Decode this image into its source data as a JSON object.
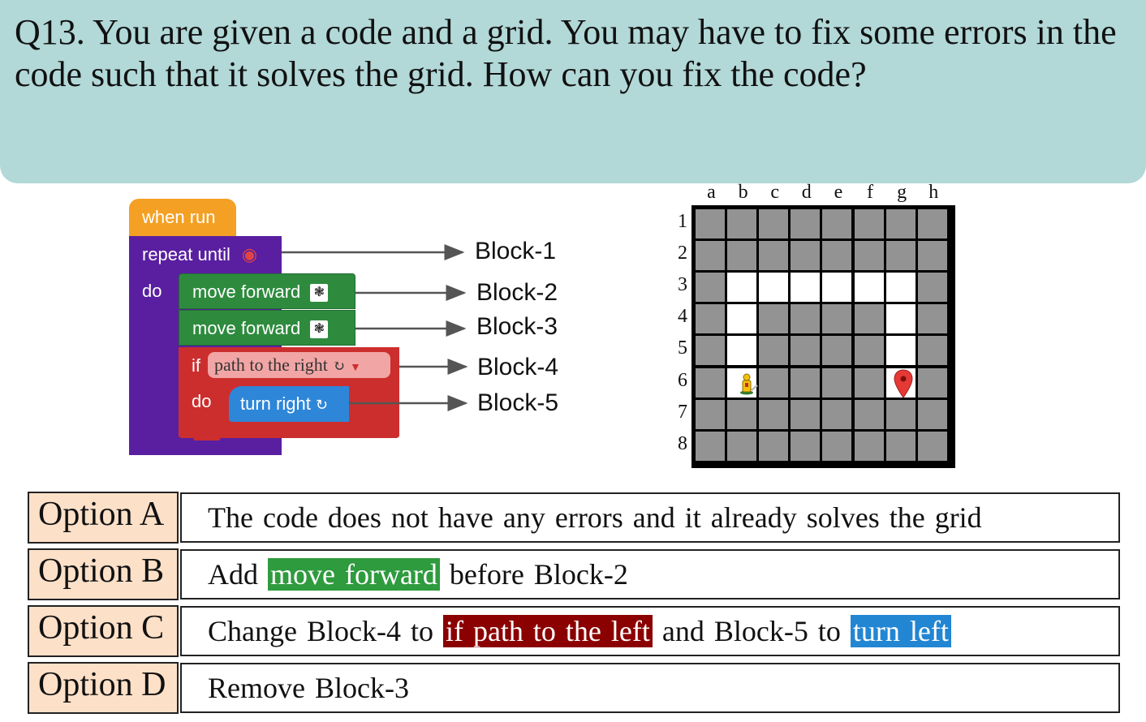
{
  "question": {
    "text": "Q13. You are given a code and a grid. You may have to fix some errors in the code such that it solves the grid. How can you fix the code?"
  },
  "code": {
    "when_run": "when run",
    "repeat_until": "repeat until",
    "do_outer": "do",
    "move_forward_1": "move forward",
    "move_forward_2": "move forward",
    "if_label": "if",
    "condition": "path to the right",
    "do_inner": "do",
    "turn_right": "turn right",
    "colors": {
      "event": "#f4a024",
      "loop": "#5a1fa0",
      "move": "#2e8b3e",
      "if": "#cc2e2e",
      "turn": "#2e86d8"
    }
  },
  "block_labels": [
    "Block-1",
    "Block-2",
    "Block-3",
    "Block-4",
    "Block-5"
  ],
  "grid": {
    "columns": [
      "a",
      "b",
      "c",
      "d",
      "e",
      "f",
      "g",
      "h"
    ],
    "rows": [
      "1",
      "2",
      "3",
      "4",
      "5",
      "6",
      "7",
      "8"
    ],
    "cells": [
      "########",
      "########",
      "#......#",
      "#.####.#",
      "#.####.#",
      "#A####G#",
      "########",
      "########"
    ],
    "avatar_icon": "avatar-icon",
    "goal_icon": "map-pin-icon",
    "colors": {
      "wall": "#939393",
      "path": "#ffffff"
    }
  },
  "options": [
    {
      "label": "Option A",
      "parts": [
        {
          "text": "The code does not have any errors and it already solves the grid"
        }
      ]
    },
    {
      "label": "Option B",
      "parts": [
        {
          "text": "Add "
        },
        {
          "text": "move forward",
          "hl": "green"
        },
        {
          "text": " before Block-2"
        }
      ]
    },
    {
      "label": "Option C",
      "parts": [
        {
          "text": "Change Block-4 to "
        },
        {
          "text": "if path to the left",
          "hl": "red"
        },
        {
          "text": " and Block-5 to "
        },
        {
          "text": "turn left",
          "hl": "blue"
        }
      ]
    },
    {
      "label": "Option D",
      "parts": [
        {
          "text": "Remove Block-3"
        }
      ]
    }
  ]
}
